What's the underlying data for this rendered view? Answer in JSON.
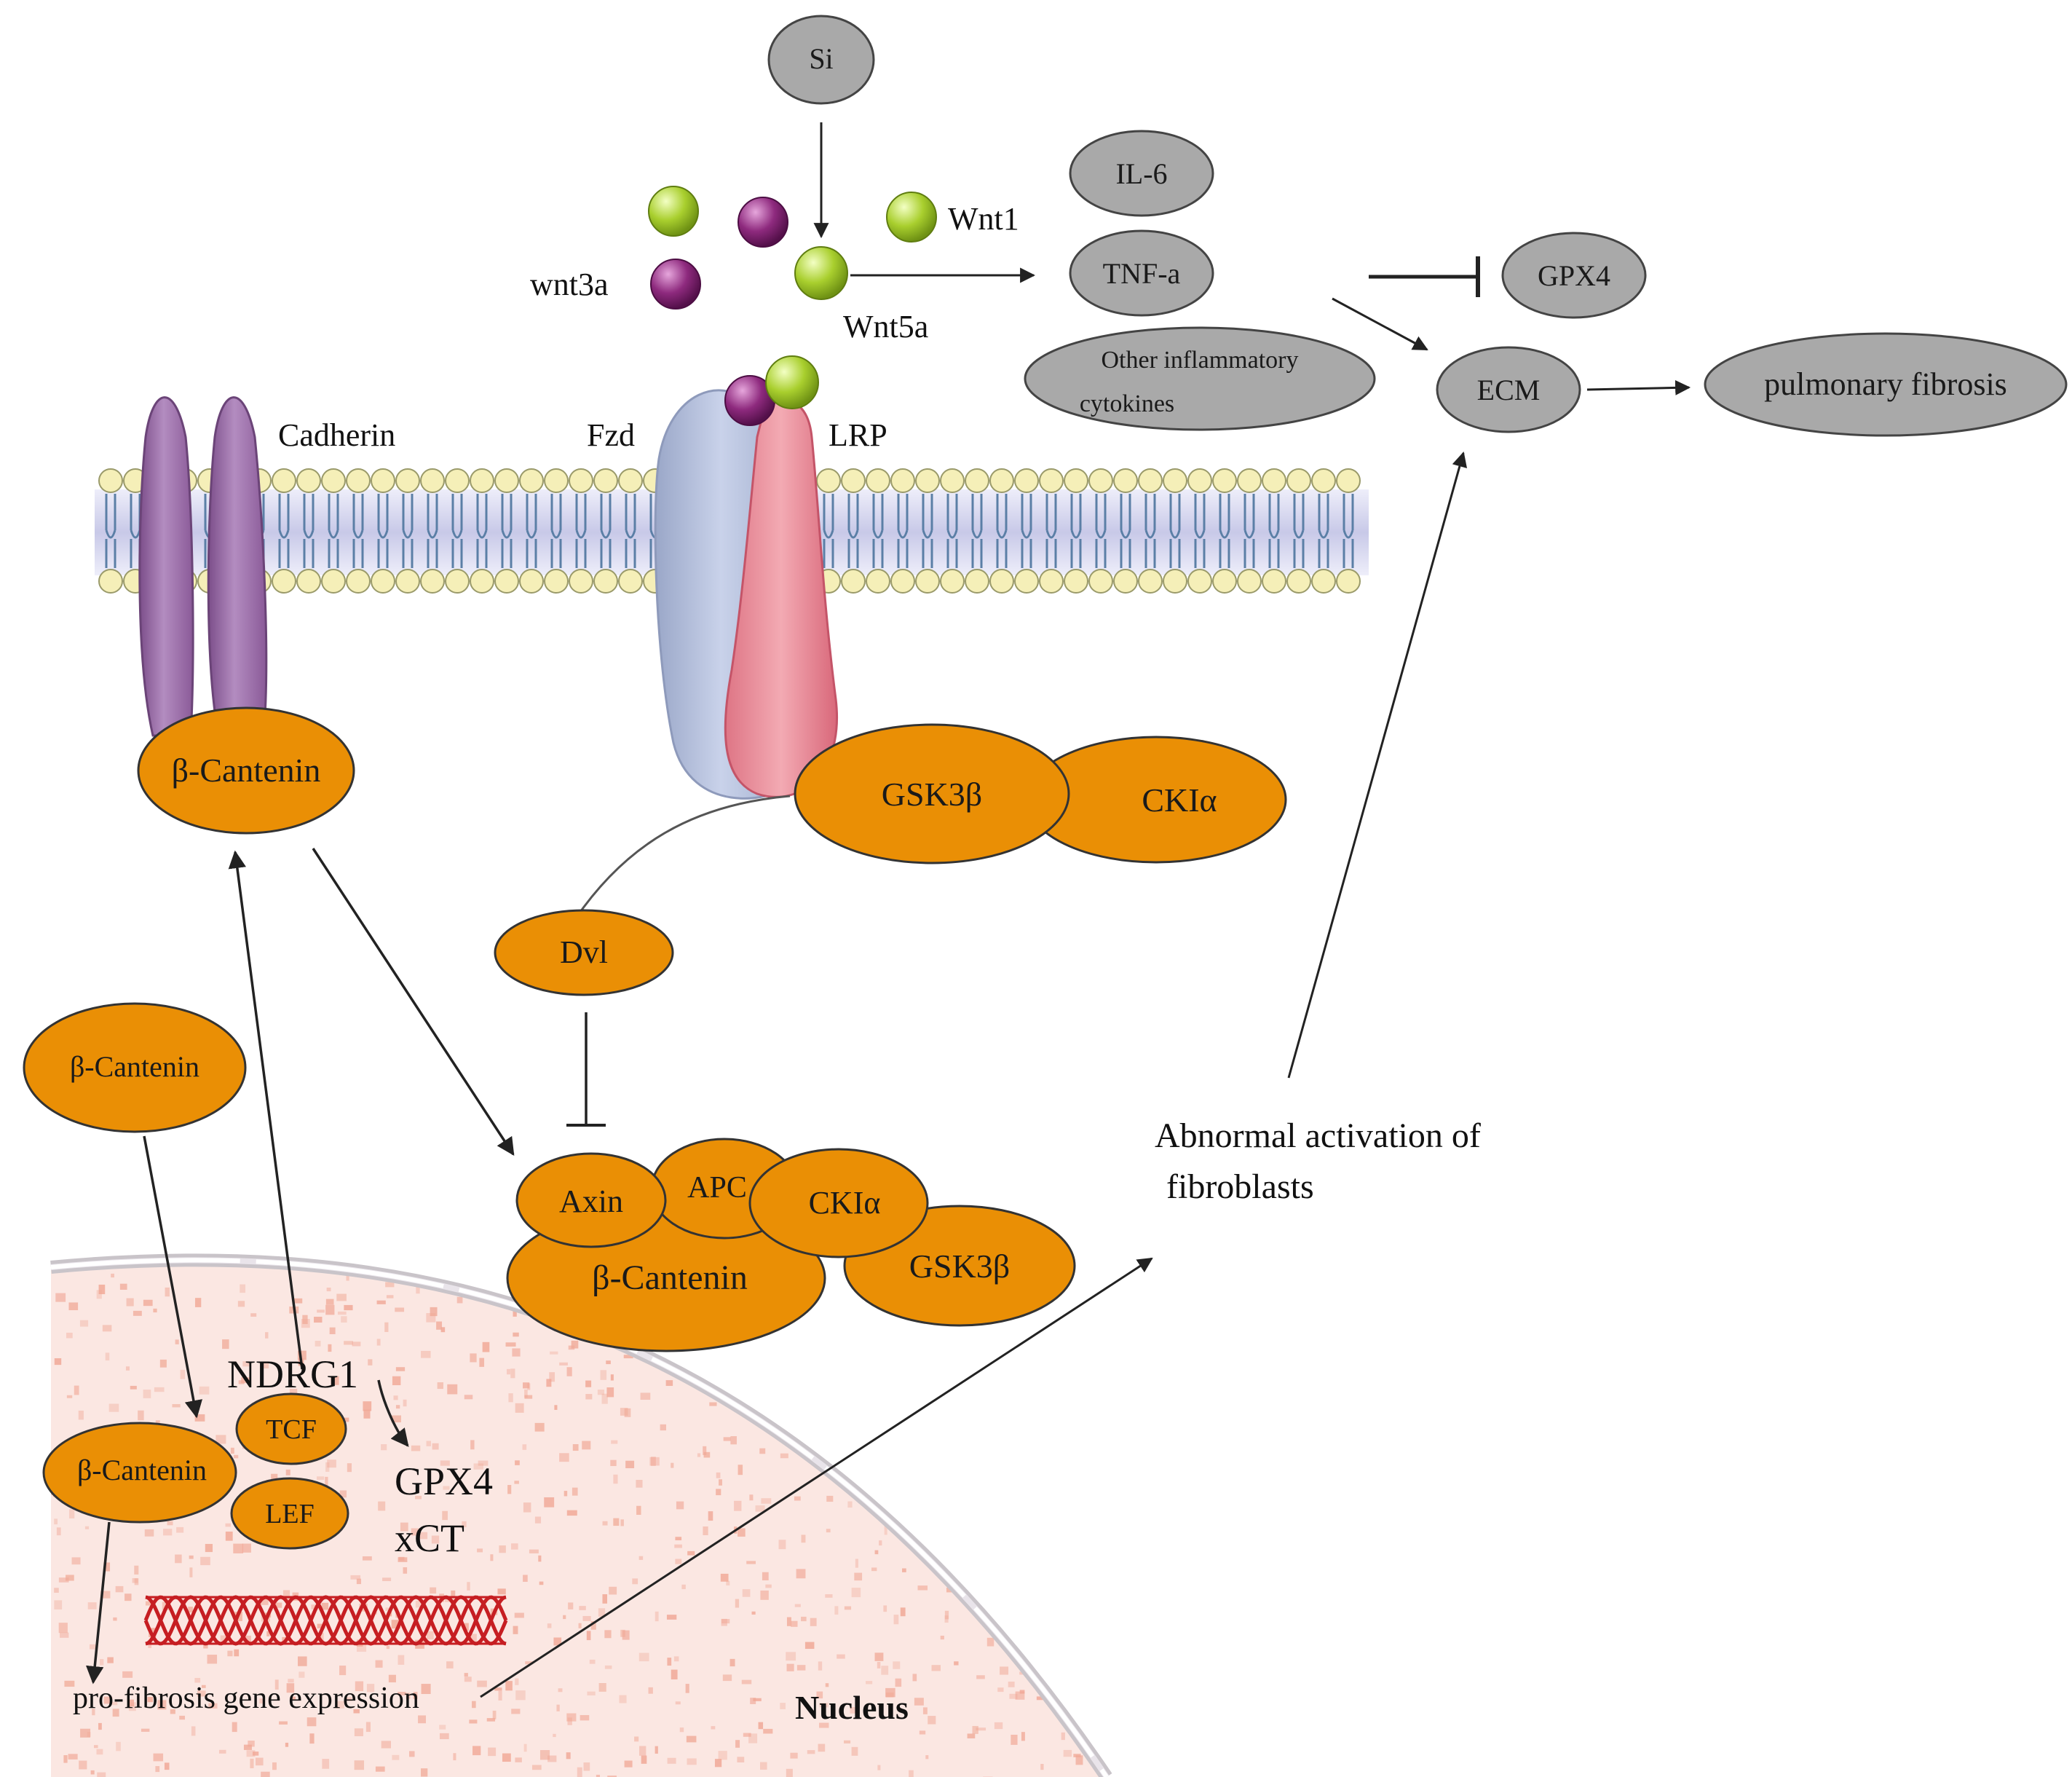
{
  "colors": {
    "gray_node": "#a9a9a9",
    "orange_node": "#ea8f05",
    "green_ligand": "#a9cf2e",
    "purple_ligand": "#8e2a7e",
    "cadherin": "#9a6aa6",
    "fzd": "#b4c0dc",
    "lrp": "#e88f9b",
    "membrane_head": "#f5efb8",
    "membrane_band": "#d5d6ee",
    "nucleus_fill": "#fbe7e2",
    "nucleus_dot": "#f0a896",
    "dna": "#c61e22"
  },
  "top_pathway": {
    "si": "Si",
    "il6": "IL-6",
    "tnf": "TNF-a",
    "other_cytokines_line1": "Other inflammatory",
    "other_cytokines_line2": "cytokines",
    "gpx4": "GPX4",
    "ecm": "ECM",
    "pulmonary_fibrosis": "pulmonary fibrosis"
  },
  "ligands": {
    "wnt1": "Wnt1",
    "wnt3a": "wnt3a",
    "wnt5a": "Wnt5a"
  },
  "membrane": {
    "cadherin": "Cadherin",
    "fzd": "Fzd",
    "lrp": "LRP"
  },
  "cytoplasm": {
    "beta_catenin_cadherin": "β-Cantenin",
    "gsk3b_receptor": "GSK3β",
    "ck1a_receptor": "CKIα",
    "dvl": "Dvl",
    "beta_catenin_free": "β-Cantenin",
    "complex_axin": "Axin",
    "complex_apc": "APC",
    "complex_ck1a": "CKIα",
    "complex_beta_catenin": "β-Cantenin",
    "complex_gsk3b": "GSK3β",
    "fibroblast_line1": "Abnormal activation of",
    "fibroblast_line2": "fibroblasts"
  },
  "nucleus": {
    "ndrg1": "NDRG1",
    "tcf": "TCF",
    "beta_catenin": "β-Cantenin",
    "lef": "LEF",
    "gpx4": "GPX4",
    "xct": "xCT",
    "gene_expression": "pro-fibrosis gene expression",
    "nucleus_label": "Nucleus"
  }
}
